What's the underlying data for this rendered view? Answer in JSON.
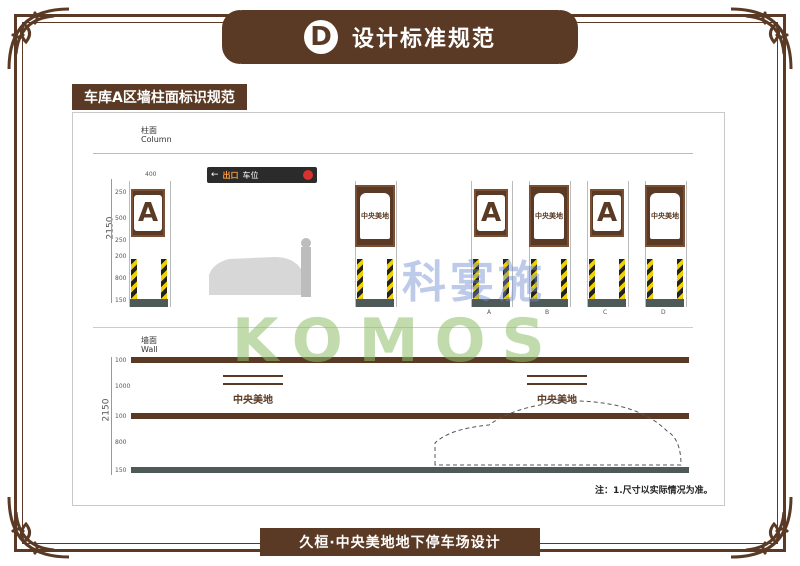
{
  "header": {
    "badge": "D",
    "title": "设计标准规范"
  },
  "section": {
    "label": "车库A区墙柱面标识规范"
  },
  "column_view": {
    "label_cn": "柱面",
    "label_en": "Column",
    "width_dim": "400",
    "height_total": "2150",
    "dims": [
      "250",
      "500",
      "250",
      "200",
      "800",
      "150"
    ],
    "exit_sign": {
      "left_text": "出口",
      "right_text": "车位"
    },
    "column_letters": [
      "A",
      "B",
      "C",
      "D"
    ],
    "sign_letter": "A",
    "brand": "中央美地"
  },
  "wall_view": {
    "label_cn": "墙面",
    "label_en": "Wall",
    "height_total": "2150",
    "dims": [
      "100",
      "1000",
      "100",
      "800",
      "150"
    ],
    "brand": "中央美地"
  },
  "watermark": {
    "cn": "科宴施",
    "en": "KOMOS"
  },
  "note": "注：1.尺寸以实际情况为准。",
  "footer": {
    "title": "久桓·中央美地地下停车场设计"
  },
  "colors": {
    "brand_brown": "#5a3a24",
    "stripe_yellow": "#f2d100",
    "base_gray": "#4e5a58"
  }
}
